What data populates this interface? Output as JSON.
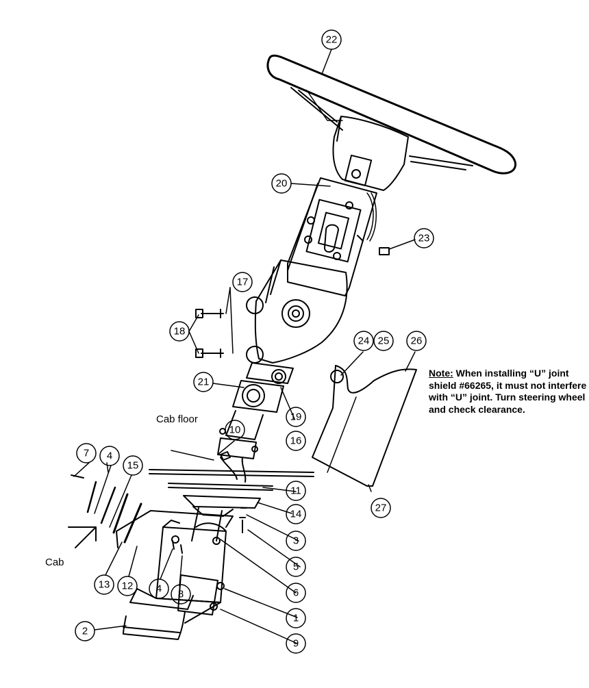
{
  "figure": {
    "callouts": [
      "1",
      "2",
      "3",
      "4",
      "4",
      "5",
      "6",
      "7",
      "8",
      "9",
      "10",
      "11",
      "12",
      "13",
      "14",
      "15",
      "16",
      "17",
      "18",
      "19",
      "20",
      "21",
      "22",
      "23",
      "24",
      "25",
      "26",
      "27"
    ],
    "labels": {
      "cab_floor": "Cab floor",
      "cab": "Cab"
    },
    "note": {
      "heading": "Note:",
      "body": "When installing “U” joint shield #66265, it must not interfere with “U” joint. Turn steering wheel and check clearance."
    }
  }
}
